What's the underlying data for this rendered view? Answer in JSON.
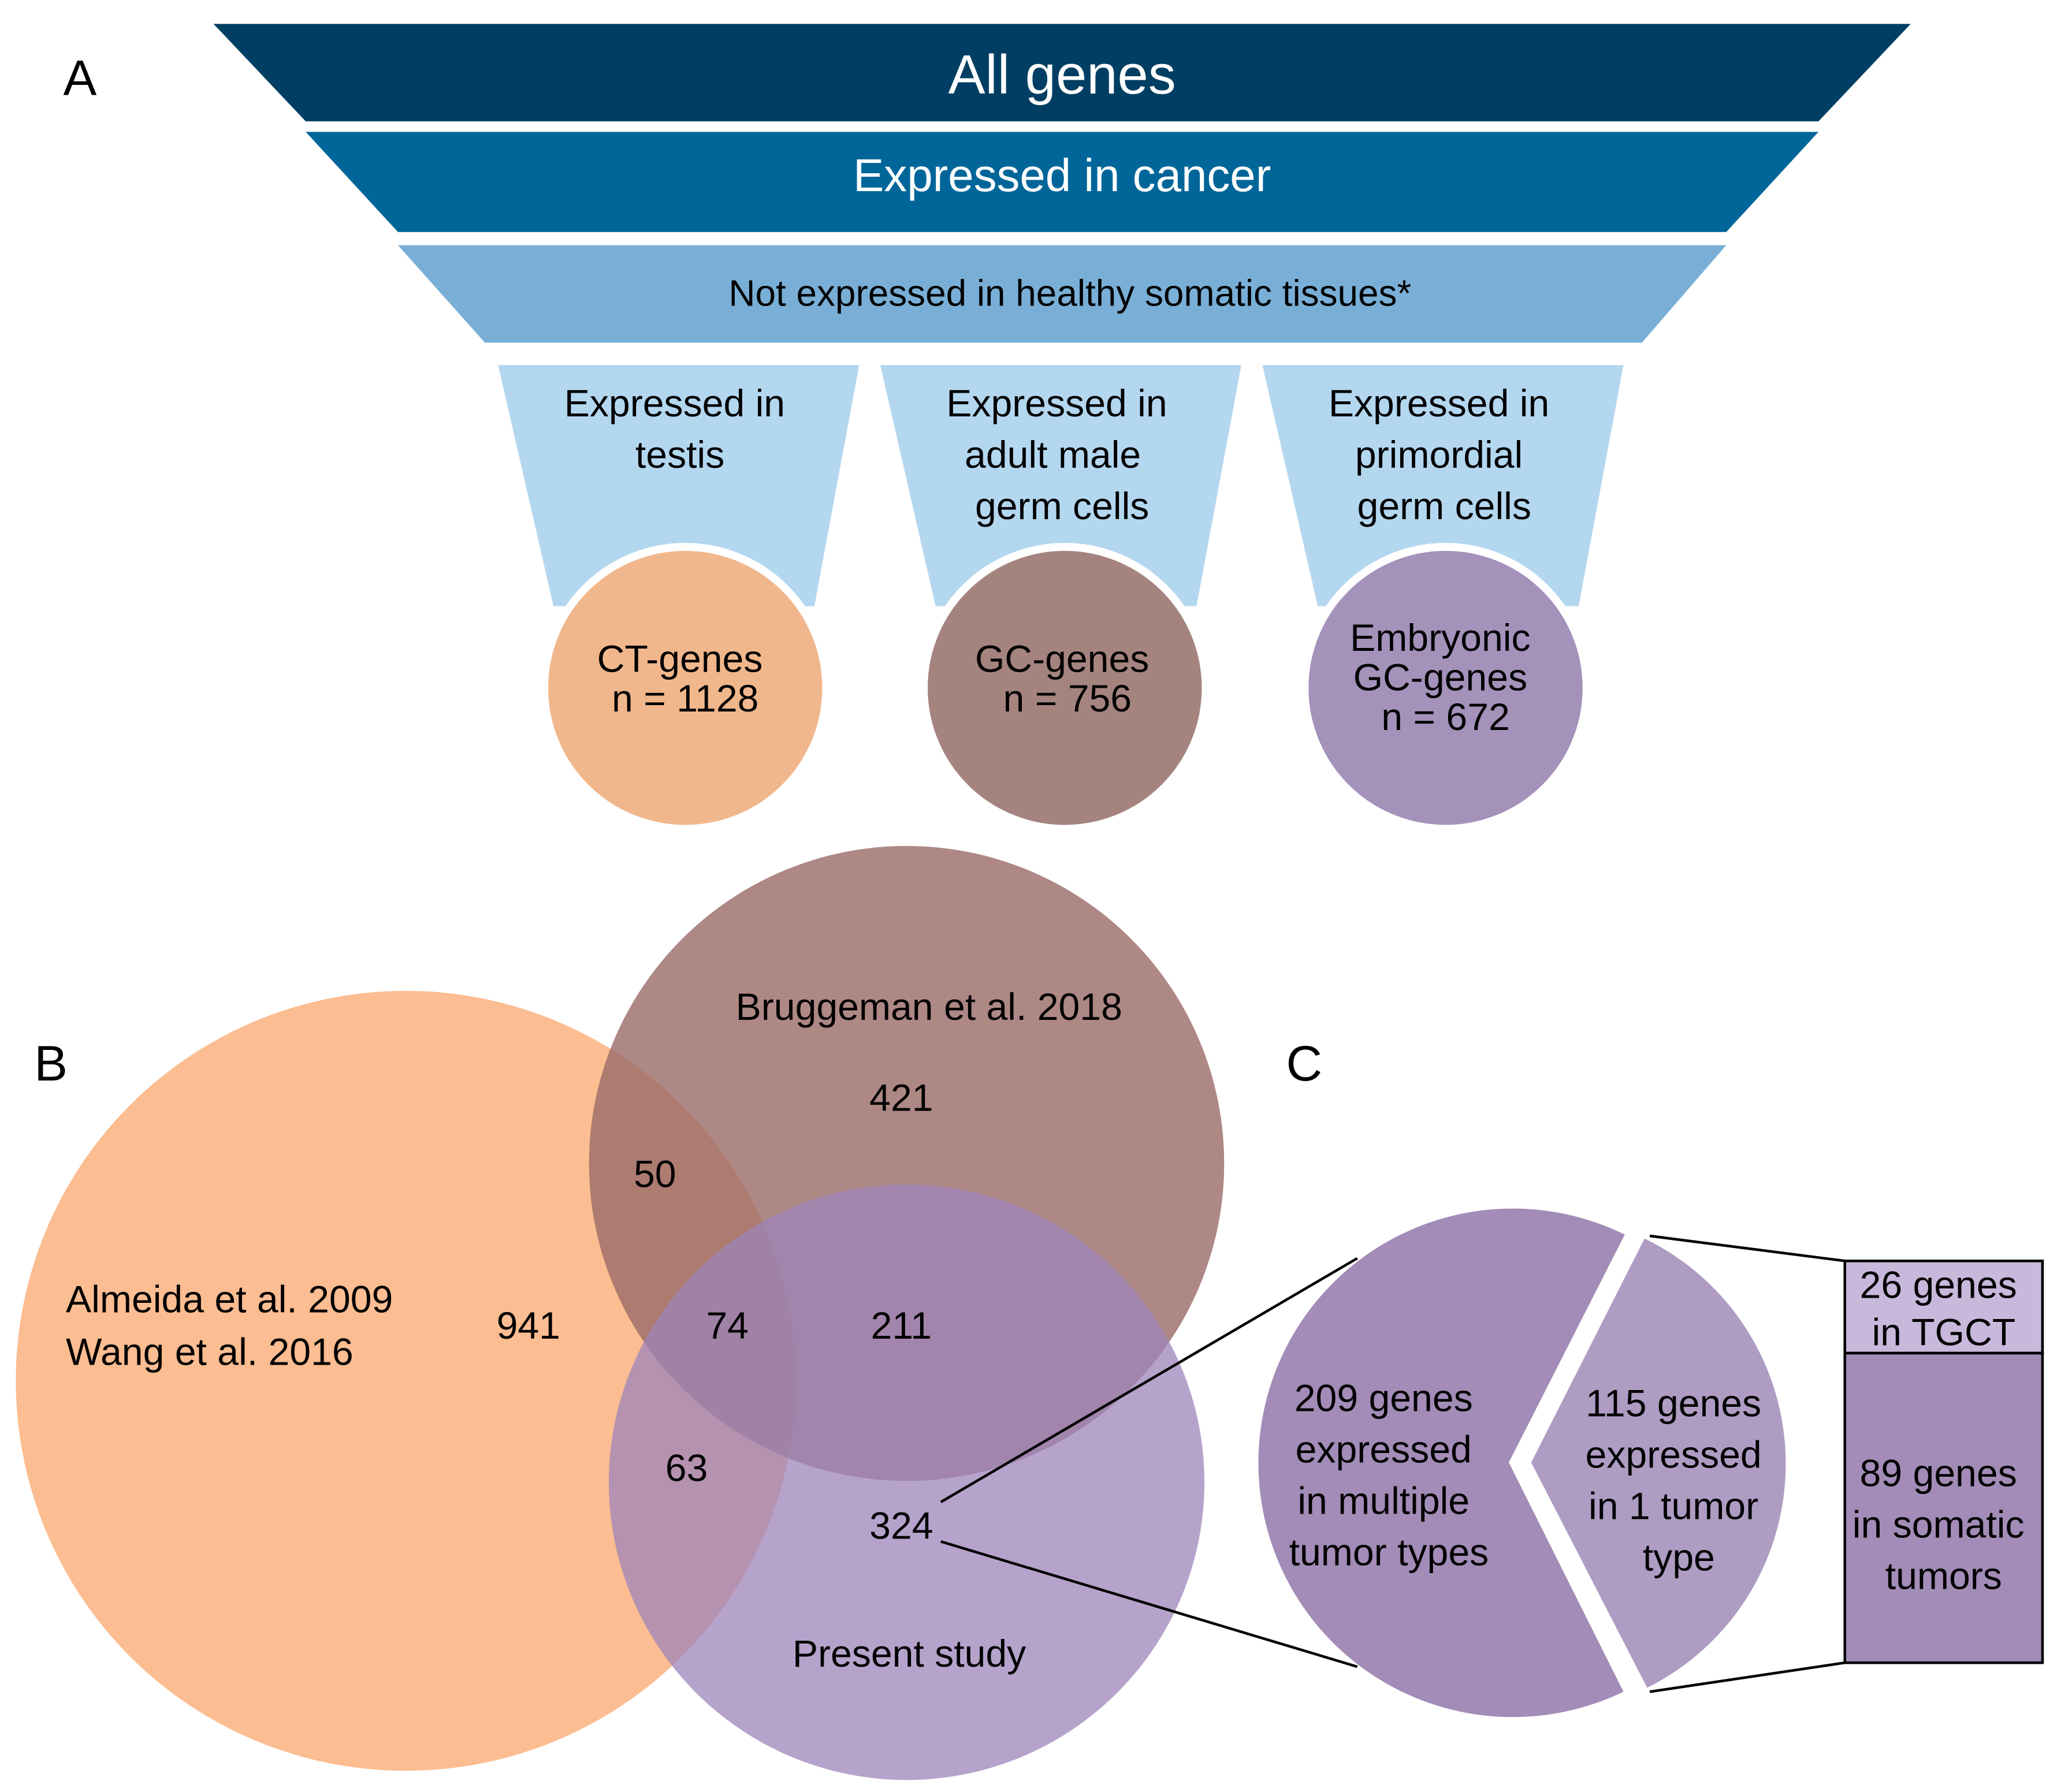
{
  "panel_a": {
    "label": "A",
    "funnel": {
      "level1": "All genes",
      "level2": "Expressed in cancer",
      "level3": "Not expressed in healthy somatic tissues*"
    },
    "branches": [
      {
        "criterion": [
          "Expressed in",
          "testis"
        ],
        "circle": [
          "CT-genes",
          "n = 1128"
        ]
      },
      {
        "criterion": [
          "Expressed in",
          "adult male",
          "germ cells"
        ],
        "circle": [
          "GC-genes",
          "n = 756"
        ]
      },
      {
        "criterion": [
          "Expressed in",
          "primordial",
          "germ cells"
        ],
        "circle": [
          "Embryonic",
          "GC-genes",
          "n = 672"
        ]
      }
    ]
  },
  "panel_b": {
    "label": "B",
    "set_labels": {
      "almeida_line1": "Almeida et al. 2009",
      "almeida_line2": "Wang et al. 2016",
      "bruggeman": "Bruggeman et al. 2018",
      "present": "Present study"
    },
    "counts": {
      "almeida_only": "941",
      "bruggeman_only": "421",
      "present_only": "324",
      "almeida_bruggeman": "50",
      "almeida_present": "63",
      "bruggeman_present": "211",
      "all_three": "74"
    }
  },
  "panel_c": {
    "label": "C",
    "multiple": [
      "209 genes",
      "expressed",
      "in multiple",
      "tumor types"
    ],
    "single": [
      "115 genes",
      "expressed",
      "in 1 tumor",
      "type"
    ],
    "tgct": [
      "26 genes",
      "in TGCT"
    ],
    "somatic": [
      "89 genes",
      "in somatic",
      "tumors"
    ]
  },
  "colors": {
    "funnel_dark": "#003f63",
    "funnel_mid": "#006699",
    "funnel_light": "#79afd6",
    "branch_fill": "#b4d7f0",
    "ct_genes": "#f1b78c",
    "gc_genes": "#a5847f",
    "embryonic_gc_genes": "#a492ba",
    "venn_almeida": "#fbbd91",
    "venn_bruggeman": "#9a6a66",
    "venn_present": "#9e84ba",
    "multiple_slice": "#a38cb7",
    "single_slice": "#af9cc3",
    "tgct_box": "#c8b8db",
    "somatic_box": "#a38cb7"
  }
}
